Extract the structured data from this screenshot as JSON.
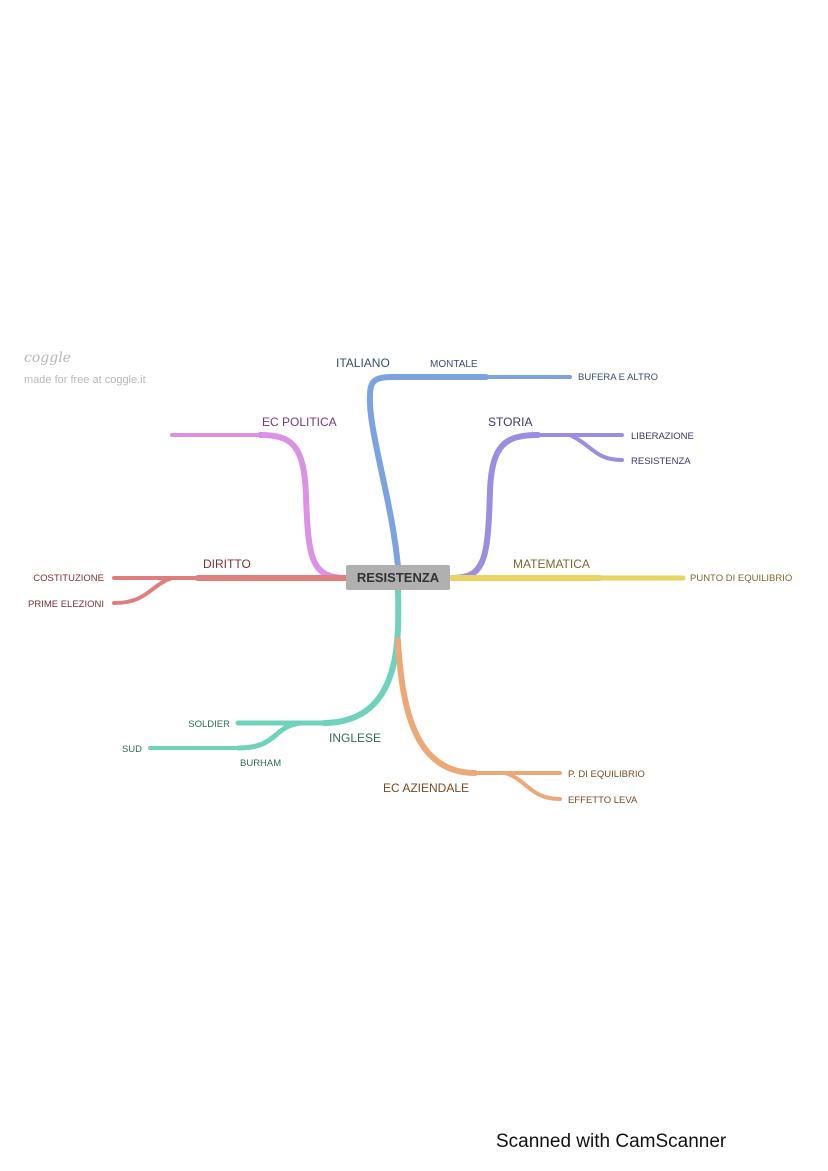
{
  "watermark": {
    "logo": "coggle",
    "subtitle": "made for free at coggle.it"
  },
  "footer": {
    "text": "Scanned with CamScanner"
  },
  "mindmap": {
    "center": "RESISTENZA",
    "branches": {
      "italiano": {
        "label": "ITALIANO",
        "color": "#7aa3e0",
        "text_color": "#3a4d6e",
        "children": {
          "montale": "MONTALE",
          "bufera": "BUFERA E ALTRO"
        }
      },
      "storia": {
        "label": "STORIA",
        "color": "#9b8ee0",
        "text_color": "#3d376b",
        "children": {
          "liberazione": "LIBERAZIONE",
          "resistenza": "RESISTENZA"
        }
      },
      "matematica": {
        "label": "MATEMATICA",
        "color": "#e9d462",
        "text_color": "#7a6a2a",
        "children": {
          "punto": "PUNTO DI EQUILIBRIO"
        }
      },
      "ec_politica": {
        "label": "EC POLITICA",
        "color": "#dc92e4",
        "text_color": "#7a3880"
      },
      "diritto": {
        "label": "DIRITTO",
        "color": "#e07e7e",
        "text_color": "#7a3232",
        "children": {
          "costituzione": "COSTITUZIONE",
          "prime_elezioni": "PRIME ELEZIONI"
        }
      },
      "inglese": {
        "label": "INGLESE",
        "color": "#6fd3bb",
        "text_color": "#2f6a5c",
        "children": {
          "soldier": "SOLDIER",
          "burham": "BURHAM",
          "sud": "SUD"
        }
      },
      "ec_aziendale": {
        "label": "EC AZIENDALE",
        "color": "#eda878",
        "text_color": "#7a4a22",
        "children": {
          "p_equilibrio": "P. DI EQUILIBRIO",
          "effetto_leva": "EFFETTO LEVA"
        }
      }
    }
  }
}
